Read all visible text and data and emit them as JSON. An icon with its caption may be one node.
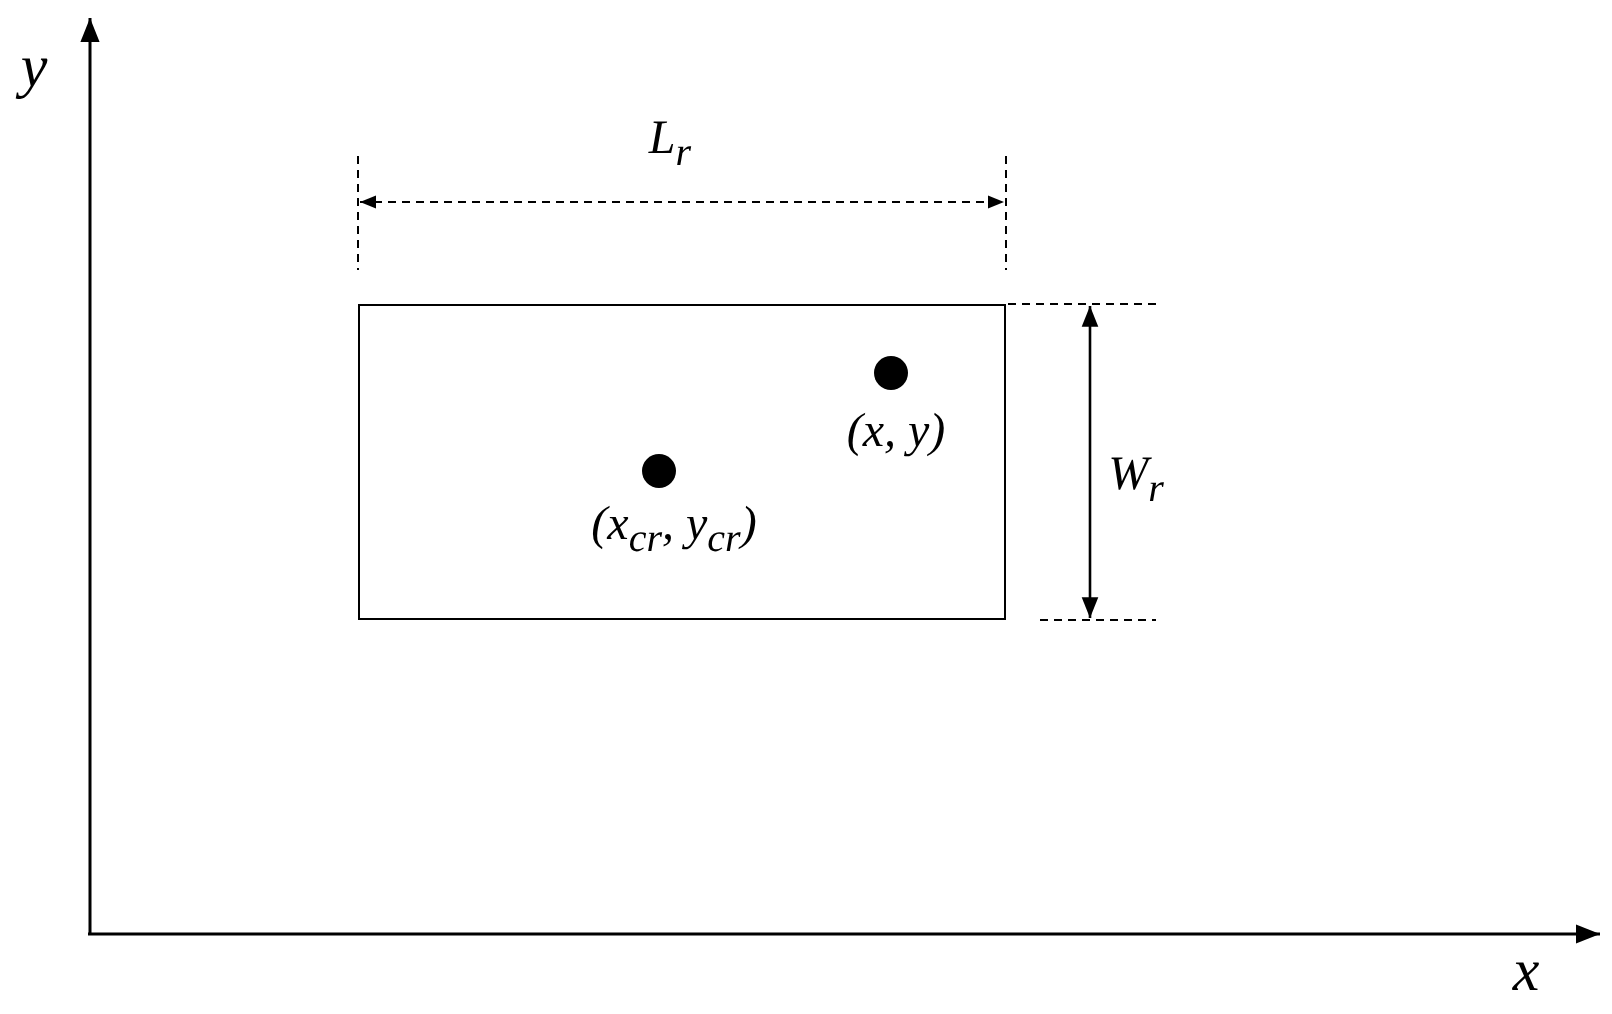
{
  "diagram": {
    "nodes": [
      {
        "text": [
          "(x, y)",
          "(x$_{cr}$, y$_{cr}$)"
        ]
      }
    ],
    "labels": [
      "y",
      "L$_{r}$",
      "W$_{r}$",
      "x"
    ]
  }
}
